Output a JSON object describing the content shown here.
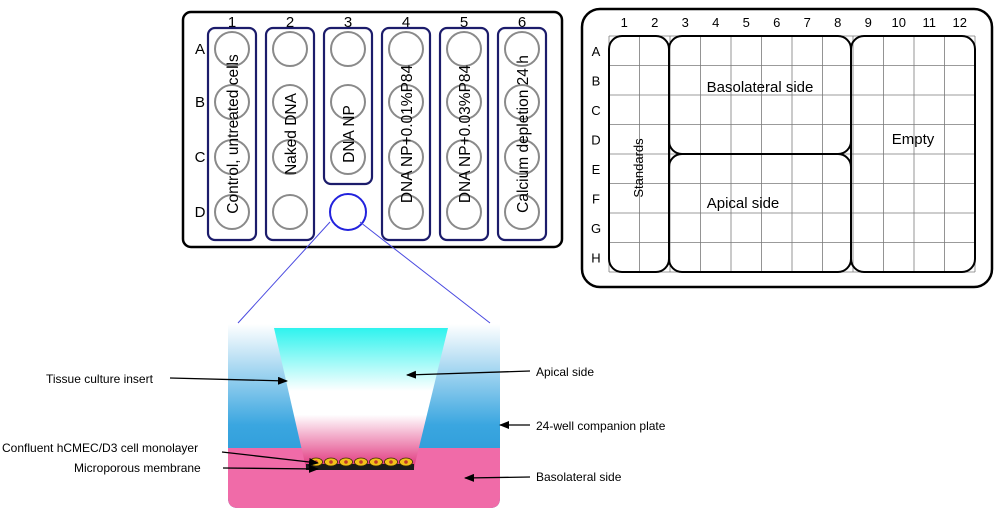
{
  "plate24": {
    "columns": [
      "1",
      "2",
      "3",
      "4",
      "5",
      "6"
    ],
    "rows": [
      "A",
      "B",
      "C",
      "D"
    ],
    "groups": [
      {
        "col": 1,
        "label": "Control, untreated cells"
      },
      {
        "col": 2,
        "label": "Naked DNA"
      },
      {
        "col": 3,
        "label": "DNA NP"
      },
      {
        "col": 4,
        "label": "DNA NP+0.01%P84"
      },
      {
        "col": 5,
        "label": "DNA NP+0.03%P84"
      },
      {
        "col": 6,
        "label": "Calcium depletion 24 h"
      }
    ]
  },
  "plate96": {
    "columns": [
      "1",
      "2",
      "3",
      "4",
      "5",
      "6",
      "7",
      "8",
      "9",
      "10",
      "11",
      "12"
    ],
    "rows": [
      "A",
      "B",
      "C",
      "D",
      "E",
      "F",
      "G",
      "H"
    ],
    "regions": {
      "standards": "Standards",
      "basolateral": "Basolateral side",
      "apical": "Apical side",
      "empty": "Empty"
    }
  },
  "insert": {
    "labels": {
      "tissue_culture_insert": "Tissue culture insert",
      "cell_monolayer": "Confluent hCMEC/D3 cell monolayer",
      "membrane": "Microporous membrane",
      "apical_side": "Apical side",
      "companion_plate": "24-well companion plate",
      "basolateral_side": "Basolateral side"
    },
    "cell_count": 7
  },
  "colors": {
    "plate_outline": "#000000",
    "group_outline": "#1c1c6b",
    "well_outline": "#8a8a8a",
    "highlight_well": "#2222dd",
    "zoom_lines": "#4a4ae0",
    "grid_line": "#7a7a7a",
    "cyan_top": "#2ef3ee",
    "pink": "#f06ba8",
    "pink_deep": "#e0307a",
    "blue_side": "#3aa6e0"
  }
}
